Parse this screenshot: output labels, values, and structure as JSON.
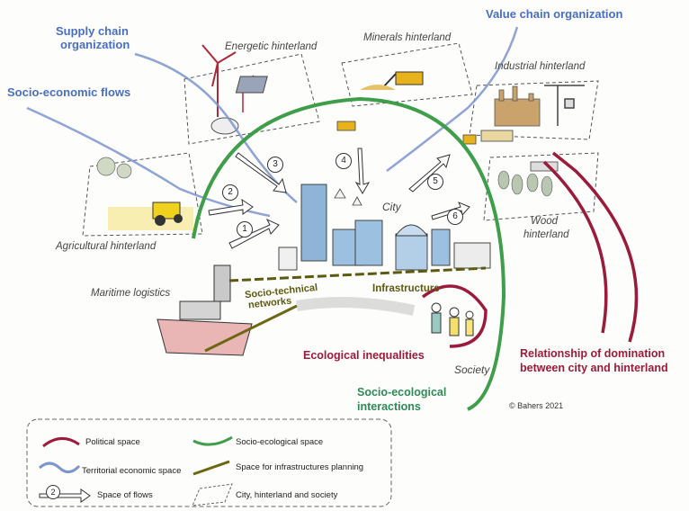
{
  "labels": {
    "supply_chain_1": "Supply chain",
    "supply_chain_2": "organization",
    "socio_economic": "Socio-economic flows",
    "value_chain": "Value chain organization",
    "energetic": "Energetic hinterland",
    "minerals": "Minerals hinterland",
    "industrial": "Industrial hinterland",
    "agricultural": "Agricultural hinterland",
    "wood_1": "Wood",
    "wood_2": "hinterland",
    "city": "City",
    "maritime": "Maritime logistics",
    "society": "Society",
    "socio_technical_1": "Socio-technical",
    "socio_technical_2": "networks",
    "infrastructure": "Infrastructure",
    "ecological_inequalities": "Ecological inequalities",
    "domination_1": "Relationship of domination",
    "domination_2": "between city and hinterland",
    "socio_ecological_1": "Socio-ecological",
    "socio_ecological_2": "interactions",
    "copyright": "© Bahers 2021"
  },
  "flows": {
    "n1": "1",
    "n2": "2",
    "n3": "3",
    "n4": "4",
    "n5": "5",
    "n6": "6"
  },
  "legend": {
    "political": "Political space",
    "socio_ecological": "Socio-ecological space",
    "territorial": "Territorial economic space",
    "infrastructure": "Space for infrastructures planning",
    "flows": "Space of flows",
    "flows_number": "2",
    "city": "City, hinterland and society"
  },
  "colors": {
    "political": "#9b1b3a",
    "socio_ecological": "#3f9e4a",
    "territorial": "#7c95cf",
    "infrastructure": "#6b6712"
  }
}
